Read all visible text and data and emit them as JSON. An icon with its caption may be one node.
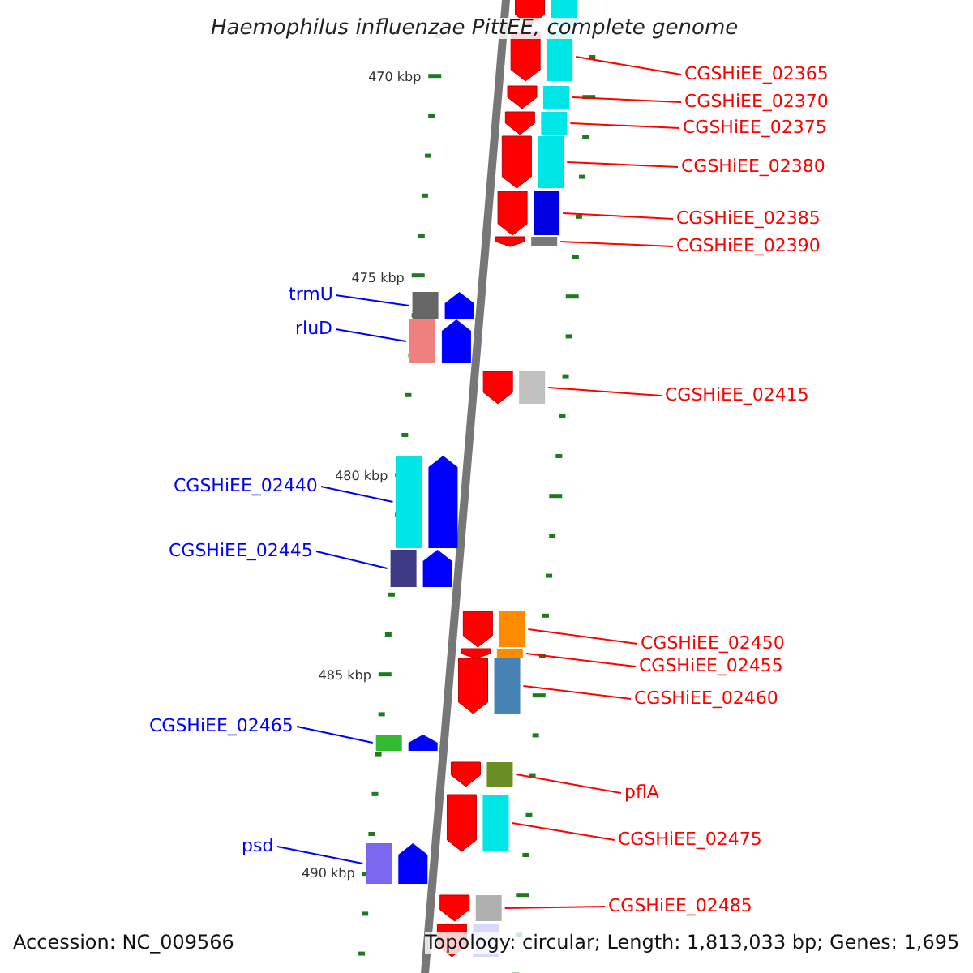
{
  "diagram": {
    "title": "Haemophilus influenzae PittEE, complete genome",
    "nodes": [
      {
        "text": [
          "CGSHiEE_02365"
        ]
      },
      {
        "text": [
          "CGSHiEE_02370"
        ]
      },
      {
        "text": [
          "CGSHiEE_02375"
        ]
      },
      {
        "text": [
          "CGSHiEE_02380"
        ]
      },
      {
        "text": [
          "CGSHiEE_02385"
        ]
      },
      {
        "text": [
          "CGSHiEE_02390"
        ]
      },
      {
        "text": [
          "trmU"
        ]
      },
      {
        "text": [
          "rluD"
        ]
      },
      {
        "text": [
          "CGSHiEE_02415"
        ]
      },
      {
        "text": [
          "CGSHiEE_02440"
        ]
      },
      {
        "text": [
          "CGSHiEE_02445"
        ]
      },
      {
        "text": [
          "CGSHiEE_02450"
        ]
      },
      {
        "text": [
          "CGSHiEE_02455"
        ]
      },
      {
        "text": [
          "CGSHiEE_02460"
        ]
      },
      {
        "text": [
          "CGSHiEE_02465"
        ]
      },
      {
        "text": [
          "pflA"
        ]
      },
      {
        "text": [
          "CGSHiEE_02475"
        ]
      },
      {
        "text": [
          "psd"
        ]
      },
      {
        "text": [
          "CGSHiEE_02485"
        ]
      },
      {
        "text": [],
        "shape": "arrow"
      },
      {
        "text": [],
        "shape": "arrow"
      },
      {
        "text": [],
        "shape": "arrow"
      },
      {
        "text": [],
        "shape": "arrow"
      },
      {
        "text": [],
        "shape": "arrow"
      },
      {
        "text": [],
        "shape": "arrow"
      },
      {
        "text": [],
        "shape": "arrow"
      },
      {
        "text": [],
        "shape": "arrow"
      },
      {
        "text": [],
        "shape": "arrow"
      },
      {
        "text": [],
        "shape": "arrow"
      },
      {
        "text": [],
        "shape": "arrow"
      },
      {
        "text": [],
        "shape": "arrow"
      },
      {
        "text": [],
        "shape": "arrow"
      },
      {
        "text": [],
        "shape": "arrow"
      },
      {
        "text": [],
        "shape": "arrow"
      },
      {
        "text": [],
        "shape": "arrow"
      },
      {
        "text": [],
        "shape": "arrow"
      },
      {
        "text": [],
        "shape": "arrow"
      },
      {
        "text": [],
        "shape": "arrow"
      },
      {
        "text": [],
        "shape": "arrow"
      },
      {
        "text": [],
        "shape": "arrow"
      }
    ],
    "edges": [
      {
        "from": 0,
        "to": 19,
        "arrow": "none"
      },
      {
        "from": 1,
        "to": 20,
        "arrow": "none"
      },
      {
        "from": 2,
        "to": 21,
        "arrow": "none"
      },
      {
        "from": 3,
        "to": 22,
        "arrow": "none"
      },
      {
        "from": 4,
        "to": 23,
        "arrow": "none"
      },
      {
        "from": 5,
        "to": 24,
        "arrow": "none"
      },
      {
        "from": 6,
        "to": 25,
        "arrow": "none",
        "color": "#0000ff"
      },
      {
        "from": 7,
        "to": 26,
        "arrow": "none",
        "color": "#0000ff"
      },
      {
        "from": 8,
        "to": 27,
        "arrow": "none"
      },
      {
        "from": 9,
        "to": 28,
        "arrow": "none",
        "color": "#0000ff"
      },
      {
        "from": 10,
        "to": 29,
        "arrow": "none",
        "color": "#0000ff"
      },
      {
        "from": 11,
        "to": 30,
        "arrow": "none"
      },
      {
        "from": 12,
        "to": 31,
        "arrow": "none"
      },
      {
        "from": 13,
        "to": 32,
        "arrow": "none"
      },
      {
        "from": 14,
        "to": 33,
        "arrow": "none",
        "color": "#0000ff"
      },
      {
        "from": 15,
        "to": 34,
        "arrow": "none"
      },
      {
        "from": 16,
        "to": 35,
        "arrow": "none"
      },
      {
        "from": 17,
        "to": 36,
        "arrow": "none",
        "color": "#0000ff"
      },
      {
        "from": 18,
        "to": 37,
        "arrow": "none"
      }
    ],
    "labels": [
      "470 kbp",
      "475 kbp",
      "480 kbp",
      "485 kbp",
      "490 kbp",
      "Accession: NC_009566",
      "Topology: circular; Length: 1,813,033 bp; Genes: 1,695"
    ]
  }
}
